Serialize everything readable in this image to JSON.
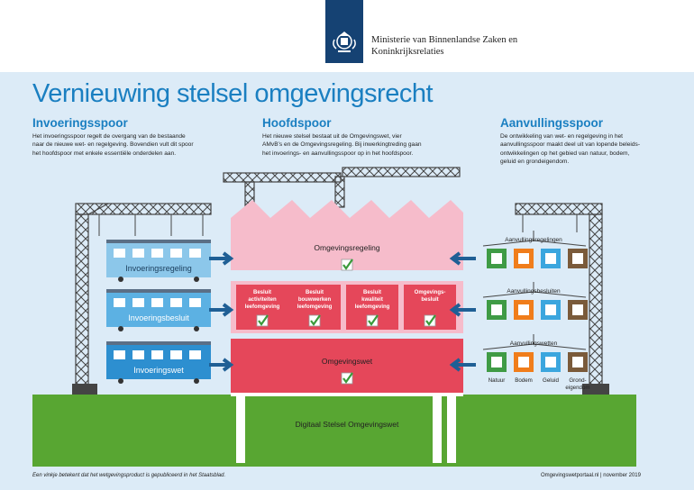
{
  "header": {
    "ministry_line1": "Ministerie van Binnenlandse Zaken en",
    "ministry_line2": "Koninkrijksrelaties"
  },
  "title": "Vernieuwing stelsel omgevingsrecht",
  "columns": {
    "invoeringsspoor": {
      "title": "Invoeringsspoor",
      "lines": [
        "Het invoeringsspoor regelt de overgang van de bestaande",
        "naar de nieuwe wet- en regelgeving. Bovendien vult dit spoor",
        "het hoofdspoor met enkele essentiële onderdelen aan."
      ]
    },
    "hoofdspoor": {
      "title": "Hoofdspoor",
      "lines": [
        "Het nieuwe stelsel bestaat uit de Omgevingswet, vier",
        "AMvB’s en de Omgevingsregeling. Bij inwerkingtreding gaan",
        "het invoerings- en aanvullingsspoor op in het hoofdspoor."
      ]
    },
    "aanvullingsspoor": {
      "title": "Aanvullingsspoor",
      "lines": [
        "De ontwikkeling van wet- en regelgeving in het",
        "aanvullingsspoor maakt deel uit van lopende beleids-",
        "ontwikkelingen op het gebied van natuur, bodem,",
        "geluid en grondeigendom."
      ]
    }
  },
  "left_wagons": [
    {
      "label": "Invoeringsregeling"
    },
    {
      "label": "Invoeringsbesluit"
    },
    {
      "label": "Invoeringswet"
    }
  ],
  "building": {
    "top_label": "Omgevingsregeling",
    "middle_boxes": [
      {
        "lines": [
          "Besluit",
          "activiteiten",
          "leefomgeving"
        ]
      },
      {
        "lines": [
          "Besluit",
          "bouwwerken",
          "leefomgeving"
        ]
      },
      {
        "lines": [
          "Besluit",
          "kwaliteit",
          "leefomgeving"
        ]
      },
      {
        "lines": [
          "Omgevings-",
          "besluit"
        ]
      }
    ],
    "bottom_label": "Omgevingswet",
    "foundation_label": "Digitaal Stelsel Omgevingswet"
  },
  "right_groups": [
    {
      "label": "Aanvullingsregelingen"
    },
    {
      "label": "Aanvullingsbesluiten"
    },
    {
      "label": "Aanvullingswetten"
    }
  ],
  "right_colors": [
    "#3f9b45",
    "#f07d1b",
    "#3ba6de",
    "#7a5a3a"
  ],
  "right_labels": [
    {
      "lines": [
        "Natuur"
      ]
    },
    {
      "lines": [
        "Bodem"
      ]
    },
    {
      "lines": [
        "Geluid"
      ]
    },
    {
      "lines": [
        "Grond-",
        "eigendom"
      ]
    }
  ],
  "footer": {
    "left": "Een vinkje betekent dat het wetgevingsproduct is gepubliceerd in het Staatsblad.",
    "right": "Omgevingswetportaal.nl | november 2019"
  },
  "colors": {
    "accent_blue": "#1a7fc1",
    "wagon_top": "#8cc7ea",
    "wagon_mid": "#5cb1e3",
    "wagon_bottom": "#2d8fd0",
    "pink": "#f6bccb",
    "red": "#e5475a",
    "green": "#58a632",
    "check": "#3a9a3a"
  }
}
